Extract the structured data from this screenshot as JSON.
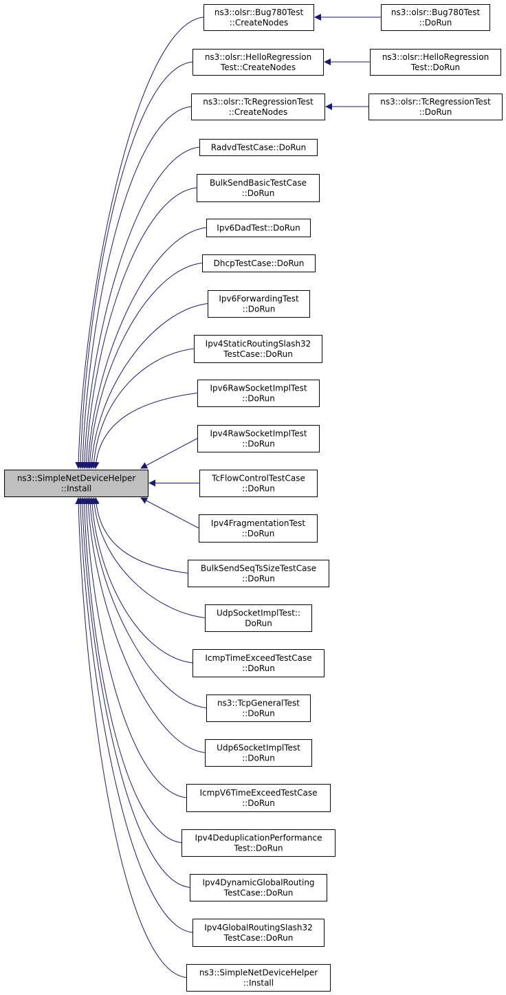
{
  "root": {
    "lines": [
      "ns3::SimpleNetDeviceHelper",
      "::Install"
    ],
    "fill": "#bfbfbf"
  },
  "callers": [
    {
      "id": "bug780-create",
      "lines": [
        "ns3::olsr::Bug780Test",
        "::CreateNodes"
      ]
    },
    {
      "id": "hello-create",
      "lines": [
        "ns3::olsr::HelloRegression",
        "Test::CreateNodes"
      ]
    },
    {
      "id": "tc-create",
      "lines": [
        "ns3::olsr::TcRegressionTest",
        "::CreateNodes"
      ]
    },
    {
      "id": "radvd",
      "lines": [
        "RadvdTestCase::DoRun"
      ]
    },
    {
      "id": "bulksend-basic",
      "lines": [
        "BulkSendBasicTestCase",
        "::DoRun"
      ]
    },
    {
      "id": "ipv6-dad",
      "lines": [
        "Ipv6DadTest::DoRun"
      ]
    },
    {
      "id": "dhcp",
      "lines": [
        "DhcpTestCase::DoRun"
      ]
    },
    {
      "id": "ipv6-fwd",
      "lines": [
        "Ipv6ForwardingTest",
        "::DoRun"
      ]
    },
    {
      "id": "ipv4-static32",
      "lines": [
        "Ipv4StaticRoutingSlash32",
        "TestCase::DoRun"
      ]
    },
    {
      "id": "ipv6-raw",
      "lines": [
        "Ipv6RawSocketImplTest",
        "::DoRun"
      ]
    },
    {
      "id": "ipv4-raw",
      "lines": [
        "Ipv4RawSocketImplTest",
        "::DoRun"
      ]
    },
    {
      "id": "tc-flow",
      "lines": [
        "TcFlowControlTestCase",
        "::DoRun"
      ]
    },
    {
      "id": "ipv4-frag",
      "lines": [
        "Ipv4FragmentationTest",
        "::DoRun"
      ]
    },
    {
      "id": "bulksend-seq",
      "lines": [
        "BulkSendSeqTsSizeTestCase",
        "::DoRun"
      ]
    },
    {
      "id": "udp",
      "lines": [
        "UdpSocketImplTest::",
        "DoRun"
      ]
    },
    {
      "id": "icmp-time",
      "lines": [
        "IcmpTimeExceedTestCase",
        "::DoRun"
      ]
    },
    {
      "id": "tcp-general",
      "lines": [
        "ns3::TcpGeneralTest",
        "::DoRun"
      ]
    },
    {
      "id": "udp6",
      "lines": [
        "Udp6SocketImplTest",
        "::DoRun"
      ]
    },
    {
      "id": "icmpv6-time",
      "lines": [
        "IcmpV6TimeExceedTestCase",
        "::DoRun"
      ]
    },
    {
      "id": "ipv4-dedup",
      "lines": [
        "Ipv4DeduplicationPerformance",
        "Test::DoRun"
      ]
    },
    {
      "id": "ipv4-dynamic",
      "lines": [
        "Ipv4DynamicGlobalRouting",
        "TestCase::DoRun"
      ]
    },
    {
      "id": "ipv4-global32",
      "lines": [
        "Ipv4GlobalRoutingSlash32",
        "TestCase::DoRun"
      ]
    },
    {
      "id": "self-install",
      "lines": [
        "ns3::SimpleNetDeviceHelper",
        "::Install"
      ]
    }
  ],
  "secondary": [
    {
      "id": "bug780-run",
      "lines": [
        "ns3::olsr::Bug780Test",
        "::DoRun"
      ],
      "target": "bug780-create"
    },
    {
      "id": "hello-run",
      "lines": [
        "ns3::olsr::HelloRegression",
        "Test::DoRun"
      ],
      "target": "hello-create"
    },
    {
      "id": "tc-run",
      "lines": [
        "ns3::olsr::TcRegressionTest",
        "::DoRun"
      ],
      "target": "tc-create"
    }
  ],
  "colors": {
    "edge": "#191970",
    "box_stroke": "#000000",
    "box_fill": "#ffffff"
  }
}
